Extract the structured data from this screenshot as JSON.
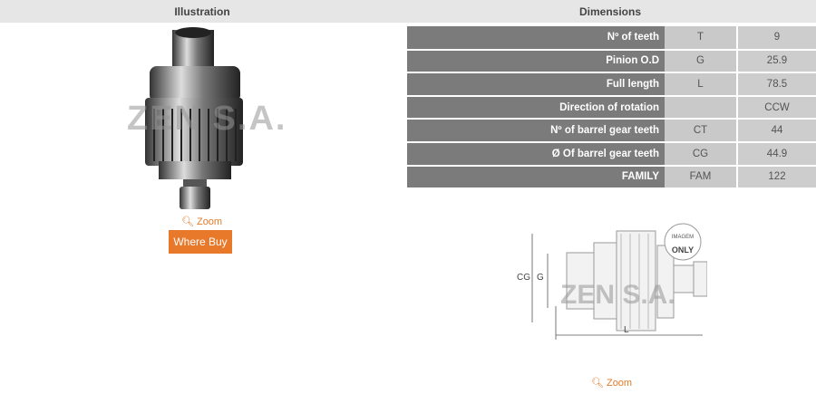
{
  "headers": {
    "illustration": "Illustration",
    "dimensions": "Dimensions"
  },
  "watermark": "ZEN S.A.",
  "left": {
    "zoom_label": "Zoom",
    "where_buy": "Where Buy"
  },
  "rows": [
    {
      "label": "Nº of teeth",
      "code": "T",
      "value": "9"
    },
    {
      "label": "Pinion O.D",
      "code": "G",
      "value": "25.9"
    },
    {
      "label": "Full length",
      "code": "L",
      "value": "78.5"
    },
    {
      "label": "Direction of rotation",
      "code": "",
      "value": "CCW"
    },
    {
      "label": "Nº of barrel gear teeth",
      "code": "CT",
      "value": "44"
    },
    {
      "label": "Ø Of barrel gear teeth",
      "code": "CG",
      "value": "44.9"
    },
    {
      "label": "FAMILY",
      "code": "FAM",
      "value": "122"
    }
  ],
  "diagram": {
    "label_cg": "CG",
    "label_g": "G",
    "label_l": "L",
    "stamp_top": "IMAGEM",
    "stamp_bottom": "ONLY"
  },
  "bottom": {
    "zoom_label": "Zoom"
  },
  "colors": {
    "accent": "#e8792b",
    "label_bg": "#7b7b7b",
    "cell_bg": "#c9c9c9"
  }
}
